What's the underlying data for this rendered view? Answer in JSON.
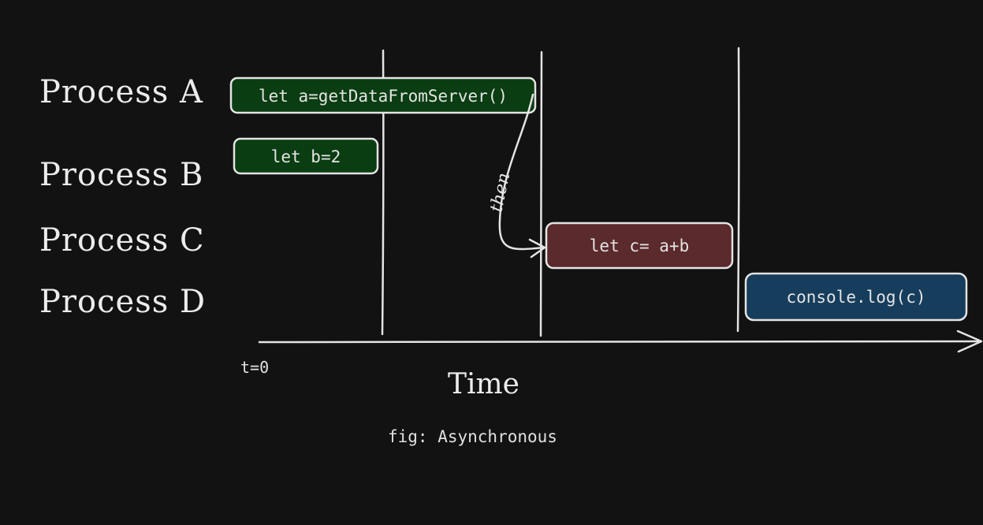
{
  "processes": [
    {
      "label": "Process A"
    },
    {
      "label": "Process B"
    },
    {
      "label": "Process C"
    },
    {
      "label": "Process D"
    }
  ],
  "tasks": [
    {
      "process": "Process A",
      "text": "let a=getDataFromServer()",
      "color": "#0a3d11"
    },
    {
      "process": "Process B",
      "text": "let b=2",
      "color": "#0a3d11"
    },
    {
      "process": "Process C",
      "text": "let c= a+b",
      "color": "#5b2a2c"
    },
    {
      "process": "Process D",
      "text": "console.log(c)",
      "color": "#163d5c"
    }
  ],
  "arrow": {
    "label": "then",
    "from": "Process A",
    "to": "Process C"
  },
  "axis": {
    "origin_label": "t=0",
    "label": "Time"
  },
  "caption": "fig: Asynchronous",
  "colors": {
    "background": "#121212",
    "stroke": "#e4e4e4",
    "text": "#ececec"
  }
}
